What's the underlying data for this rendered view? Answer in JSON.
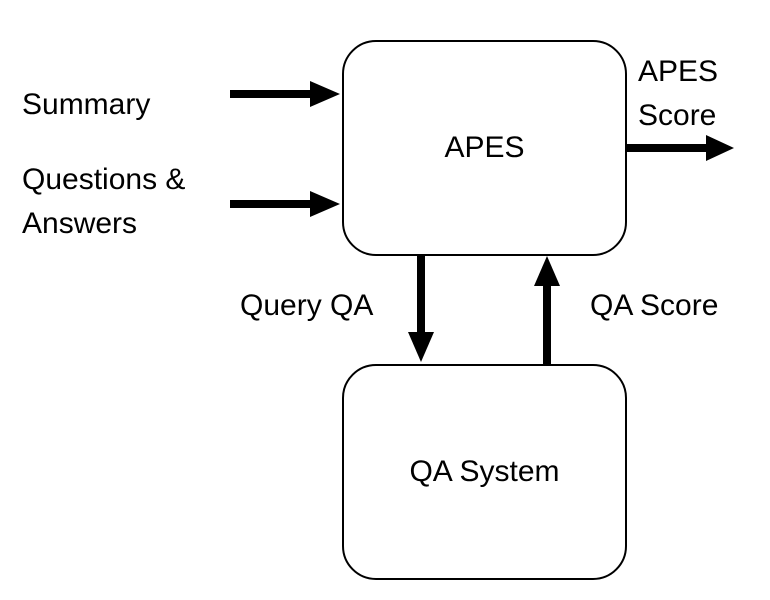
{
  "nodes": {
    "apes": "APES",
    "qa_system": "QA System"
  },
  "inputs": {
    "summary": "Summary",
    "questions_line1": "Questions &",
    "questions_line2": "Answers"
  },
  "output": {
    "line1": "APES",
    "line2": "Score"
  },
  "edges": {
    "query": "Query QA",
    "score": "QA Score"
  },
  "colors": {
    "stroke": "#000000",
    "background": "#ffffff"
  }
}
